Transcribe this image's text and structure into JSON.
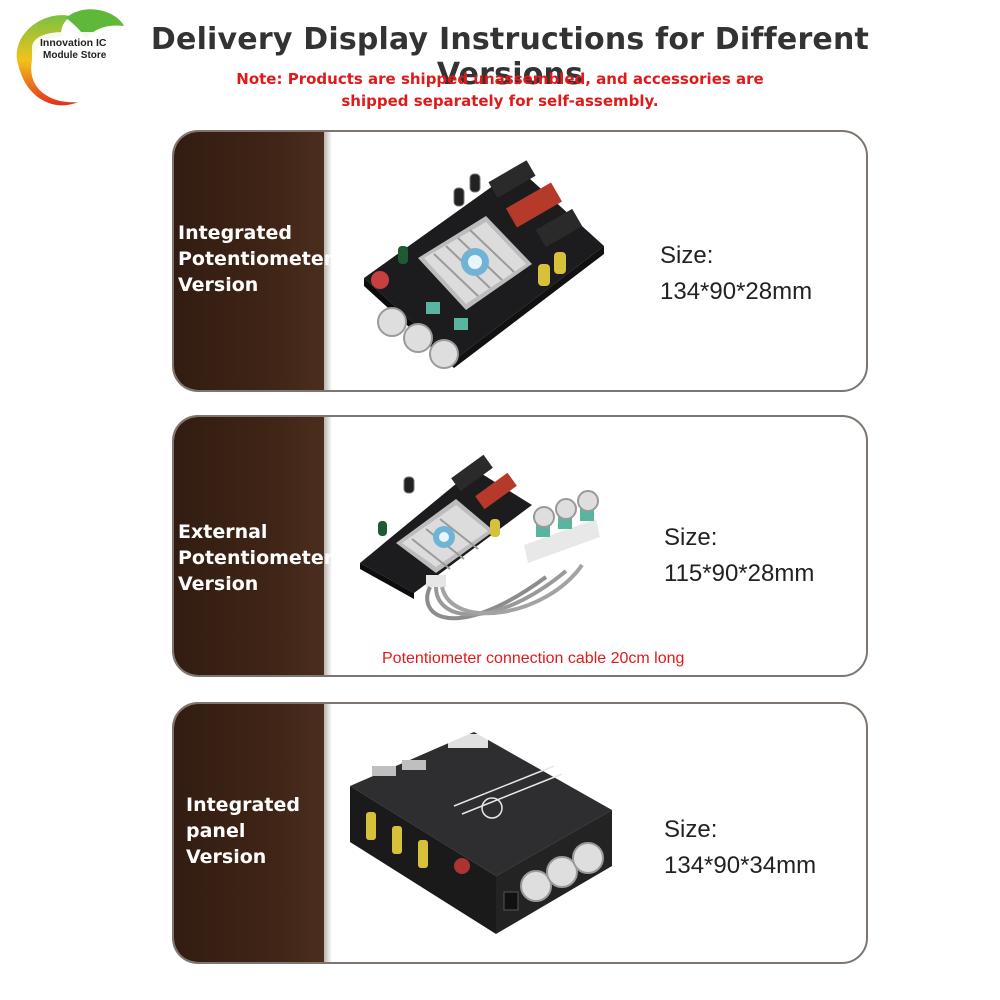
{
  "logo": {
    "line1": "Innovation IC",
    "line2": "Module Store"
  },
  "header": {
    "title": "Delivery Display Instructions for Different Versions",
    "note_line1": "Note: Products are shipped unassembled, and accessories are",
    "note_line2": "shipped separately for self-assembly."
  },
  "versions": [
    {
      "label_lines": [
        "Integrated",
        "Potentiometer",
        "Version"
      ],
      "size_label": "Size:",
      "size_value": "134*90*28mm"
    },
    {
      "label_lines": [
        "External",
        "Potentiometer",
        "Version"
      ],
      "size_label": "Size:",
      "size_value": "115*90*28mm",
      "note": "Potentiometer connection cable 20cm long"
    },
    {
      "label_lines": [
        "Integrated",
        "panel",
        "Version"
      ],
      "size_label": "Size:",
      "size_value": "134*90*34mm"
    }
  ],
  "colors": {
    "accent_red": "#e01a1a",
    "panel_brown": "#3e2416",
    "card_border": "#7d756f"
  }
}
